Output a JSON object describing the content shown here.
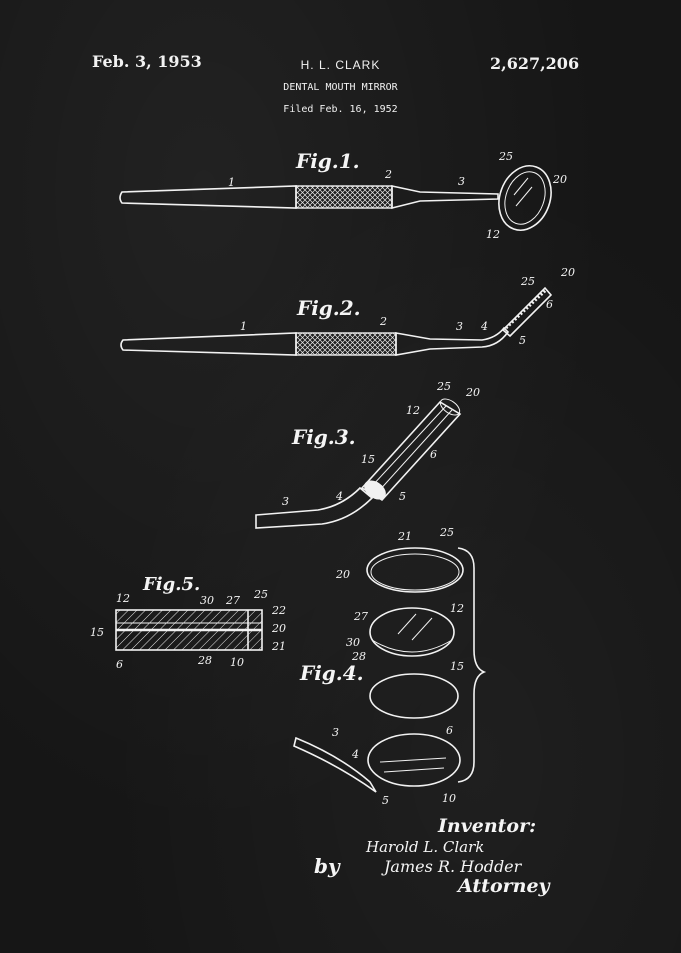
{
  "header": {
    "date": "Feb. 3, 1953",
    "inventor": "H. L. CLARK",
    "title": "DENTAL MOUTH MIRROR",
    "filed": "Filed Feb. 16, 1952",
    "patent_number": "2,627,206"
  },
  "figures": {
    "fig1": "Fig.1.",
    "fig2": "Fig.2.",
    "fig3": "Fig.3.",
    "fig4": "Fig.4.",
    "fig5": "Fig.5."
  },
  "refs": {
    "r1": "1",
    "r2": "2",
    "r3": "3",
    "r4": "4",
    "r5": "5",
    "r6": "6",
    "r10": "10",
    "r12": "12",
    "r15": "15",
    "r20": "20",
    "r21": "21",
    "r22": "22",
    "r25": "25",
    "r27": "27",
    "r28": "28",
    "r30": "30"
  },
  "signature": {
    "inventor_label": "Inventor:",
    "inventor_signature": "Harold L. Clark",
    "by": "by",
    "attorney_signature": "James R. Hodder",
    "attorney_label": "Attorney"
  }
}
